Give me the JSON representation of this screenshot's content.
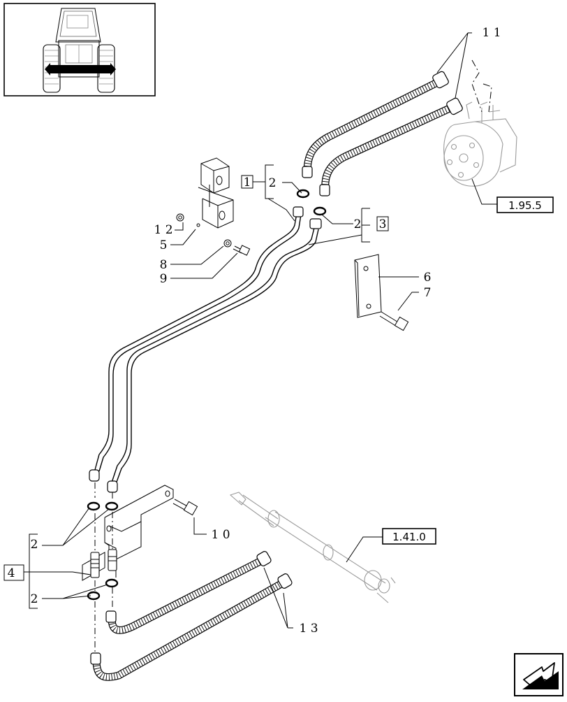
{
  "callouts": {
    "c2_top": "2",
    "c2_right": "2",
    "c12": "1 2",
    "c5": "5",
    "c8": "8",
    "c9": "9",
    "c6": "6",
    "c7": "7",
    "c10": "1 0",
    "c11": "1 1",
    "c13": "1 3",
    "c2_left_a": "2",
    "c2_left_b": "2"
  },
  "group_refs": {
    "g1": "1",
    "g3": "3",
    "g4": "4"
  },
  "reference_boxes": {
    "ref_steering": "1.95.5",
    "ref_cylinder": "1.41.0"
  },
  "icons": {
    "thumbnail": "tractor-front-icon",
    "nav": "next-page-arrow-icon"
  }
}
